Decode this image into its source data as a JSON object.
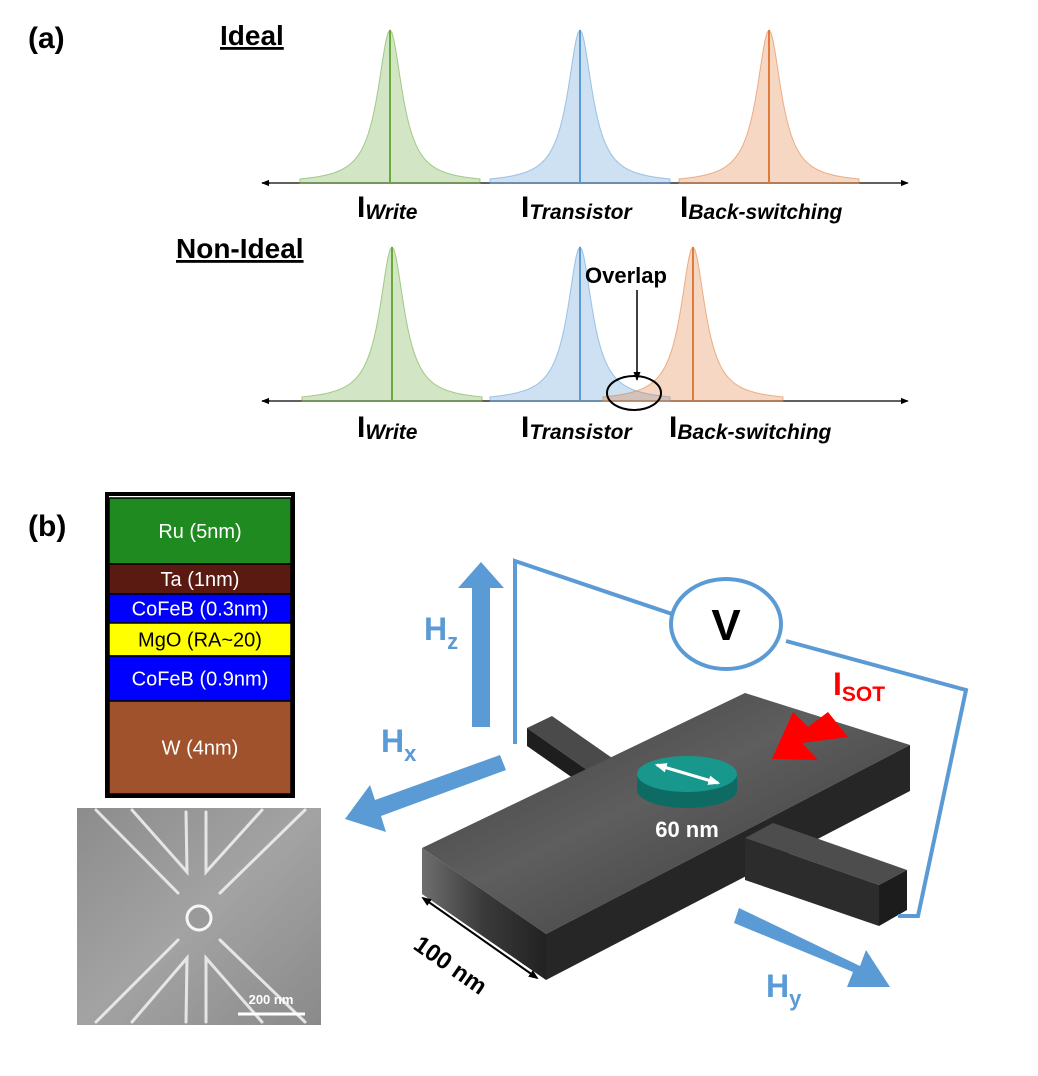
{
  "panel_a": {
    "label": "(a)",
    "ideal": {
      "title": "Ideal",
      "peaks": [
        {
          "sym": "I",
          "sub": "Write",
          "color": "#6aaa3a"
        },
        {
          "sym": "I",
          "sub": "Transistor",
          "color": "#5b9bd5"
        },
        {
          "sym": "I",
          "sub": "Back-switching",
          "color": "#e07b39"
        }
      ]
    },
    "non_ideal": {
      "title": "Non-Ideal",
      "overlap_label": "Overlap",
      "peaks": [
        {
          "sym": "I",
          "sub": "Write",
          "color": "#6aaa3a"
        },
        {
          "sym": "I",
          "sub": "Transistor",
          "color": "#5b9bd5"
        },
        {
          "sym": "I",
          "sub": "Back-switching",
          "color": "#e07b39"
        }
      ]
    }
  },
  "panel_b": {
    "label": "(b)",
    "stack_layers": [
      {
        "name": "Ru (5nm)",
        "color": "#1f8a1f",
        "text_color": "#ffffff"
      },
      {
        "name": "Ta (1nm)",
        "color": "#5a1a12",
        "text_color": "#ffffff"
      },
      {
        "name": "CoFeB (0.3nm)",
        "color": "#0000ff",
        "text_color": "#ffffff"
      },
      {
        "name": "MgO (RA~20)",
        "color": "#ffff00",
        "text_color": "#000000"
      },
      {
        "name": "CoFeB (0.9nm)",
        "color": "#0000ff",
        "text_color": "#ffffff"
      },
      {
        "name": "W (4nm)",
        "color": "#a0522d",
        "text_color": "#ffffff"
      }
    ],
    "sem_scale_label": "200 nm",
    "voltmeter_label": "V",
    "current_label": {
      "sym": "I",
      "sub": "SOT",
      "color": "#ff0000"
    },
    "fields": {
      "hz": {
        "sym": "H",
        "sub": "z"
      },
      "hx": {
        "sym": "H",
        "sub": "x"
      },
      "hy": {
        "sym": "H",
        "sub": "y"
      }
    },
    "field_color": "#5b9bd5",
    "pillar_size_label": "60 nm",
    "bar_width_label": "100 nm"
  }
}
